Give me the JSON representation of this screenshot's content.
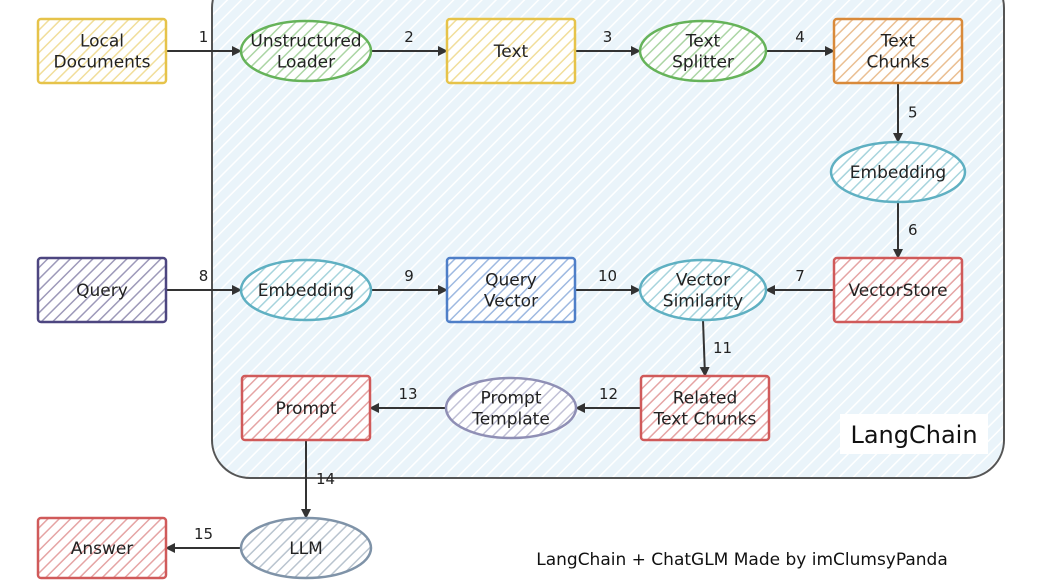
{
  "container_label": "LangChain",
  "credit": "LangChain + ChatGLM Made by imClumsyPanda",
  "colors": {
    "yellow": "#e6c34a",
    "green": "#66b35a",
    "orange": "#d98a3a",
    "teal": "#5fb0c2",
    "purple": "#4d4680",
    "blue": "#4f7fc8",
    "red": "#d05a5a",
    "lavender": "#8f8fb5",
    "slate": "#7f93a8",
    "container_fill": "#eaf4fa",
    "container_stroke": "#555555"
  },
  "nodes": [
    {
      "id": "local-documents",
      "lines": [
        "Local",
        "Documents"
      ],
      "shape": "rect",
      "color": "yellow"
    },
    {
      "id": "unstructured-loader",
      "lines": [
        "Unstructured",
        "Loader"
      ],
      "shape": "ellipse",
      "color": "green"
    },
    {
      "id": "text",
      "lines": [
        "Text"
      ],
      "shape": "rect",
      "color": "yellow"
    },
    {
      "id": "text-splitter",
      "lines": [
        "Text",
        "Splitter"
      ],
      "shape": "ellipse",
      "color": "green"
    },
    {
      "id": "text-chunks",
      "lines": [
        "Text",
        "Chunks"
      ],
      "shape": "rect",
      "color": "orange"
    },
    {
      "id": "embedding-docs",
      "lines": [
        "Embedding"
      ],
      "shape": "ellipse",
      "color": "teal"
    },
    {
      "id": "query",
      "lines": [
        "Query"
      ],
      "shape": "rect",
      "color": "purple"
    },
    {
      "id": "embedding-query",
      "lines": [
        "Embedding"
      ],
      "shape": "ellipse",
      "color": "teal"
    },
    {
      "id": "query-vector",
      "lines": [
        "Query",
        "Vector"
      ],
      "shape": "rect",
      "color": "blue"
    },
    {
      "id": "vector-similarity",
      "lines": [
        "Vector",
        "Similarity"
      ],
      "shape": "ellipse",
      "color": "teal"
    },
    {
      "id": "vectorstore",
      "lines": [
        "VectorStore"
      ],
      "shape": "rect",
      "color": "red"
    },
    {
      "id": "related-text-chunks",
      "lines": [
        "Related",
        "Text Chunks"
      ],
      "shape": "rect",
      "color": "red"
    },
    {
      "id": "prompt-template",
      "lines": [
        "Prompt",
        "Template"
      ],
      "shape": "ellipse",
      "color": "lavender"
    },
    {
      "id": "prompt",
      "lines": [
        "Prompt"
      ],
      "shape": "rect",
      "color": "red"
    },
    {
      "id": "llm",
      "lines": [
        "LLM"
      ],
      "shape": "ellipse",
      "color": "slate"
    },
    {
      "id": "answer",
      "lines": [
        "Answer"
      ],
      "shape": "rect",
      "color": "red"
    }
  ],
  "edges": [
    {
      "label": "1",
      "from": "local-documents",
      "to": "unstructured-loader"
    },
    {
      "label": "2",
      "from": "unstructured-loader",
      "to": "text"
    },
    {
      "label": "3",
      "from": "text",
      "to": "text-splitter"
    },
    {
      "label": "4",
      "from": "text-splitter",
      "to": "text-chunks"
    },
    {
      "label": "5",
      "from": "text-chunks",
      "to": "embedding-docs"
    },
    {
      "label": "6",
      "from": "embedding-docs",
      "to": "vectorstore"
    },
    {
      "label": "7",
      "from": "vectorstore",
      "to": "vector-similarity"
    },
    {
      "label": "8",
      "from": "query",
      "to": "embedding-query"
    },
    {
      "label": "9",
      "from": "embedding-query",
      "to": "query-vector"
    },
    {
      "label": "10",
      "from": "query-vector",
      "to": "vector-similarity"
    },
    {
      "label": "11",
      "from": "vector-similarity",
      "to": "related-text-chunks"
    },
    {
      "label": "12",
      "from": "related-text-chunks",
      "to": "prompt-template"
    },
    {
      "label": "13",
      "from": "prompt-template",
      "to": "prompt"
    },
    {
      "label": "14",
      "from": "prompt",
      "to": "llm"
    },
    {
      "label": "15",
      "from": "llm",
      "to": "answer"
    }
  ]
}
